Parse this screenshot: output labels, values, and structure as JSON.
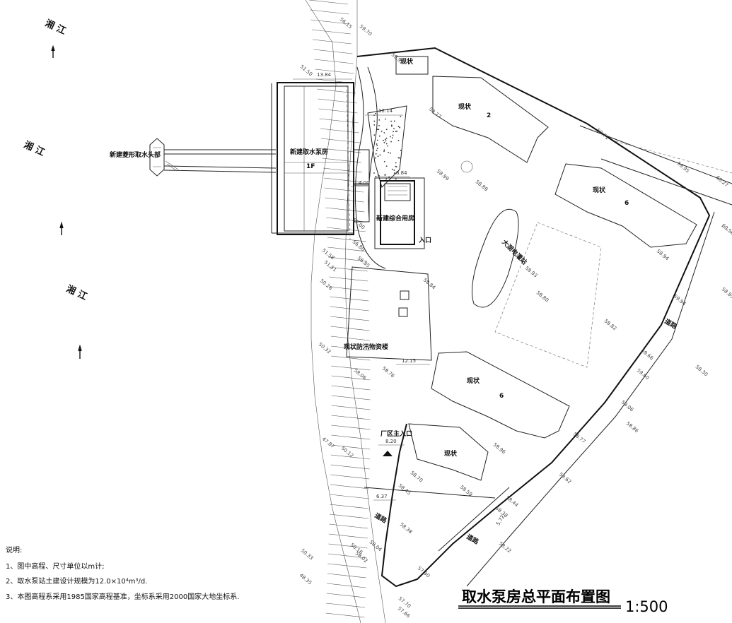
{
  "title": "取水泵房总平面布置图",
  "scale": "1:500",
  "river_labels": [
    "湘 江",
    "湘 江",
    "湘 江"
  ],
  "notes": {
    "heading": "说明:",
    "lines": [
      "1、图中高程、尺寸单位以m计;",
      "2、取水泵站土建设计规模为12.0×10⁴m³/d.",
      "3、本图高程系采用1985国家高程基准，坐标系采用2000国家大地坐标系."
    ]
  },
  "labels": {
    "intake_head": "新建菱形取水头部",
    "pump_house": "新建取水泵房",
    "floor_1f": "1F",
    "power_room": "新建综合用房",
    "entrance": "入口",
    "main_entrance": "厂区主入口",
    "road": "道路",
    "existing": "现状",
    "existing_warehouse": "现状防汛物资楼",
    "water_plant": "大湖电灌站",
    "bldg_2": "2",
    "bldg_6a": "6",
    "bldg_6b": "6"
  },
  "dimensions": {
    "d1": "13.84",
    "d2": "12.14",
    "d3": "12.15",
    "d4": "8.20",
    "d5": "6.37",
    "d6": "5.72",
    "d7": "4.00",
    "d8": "8.84"
  },
  "elevations": [
    "51.50",
    "57.00",
    "56.80",
    "56.85",
    "58.99",
    "58.89",
    "58.93",
    "58.80",
    "58.82",
    "58.84",
    "58.76",
    "58.06",
    "58.96",
    "58.59",
    "58.70",
    "58.45",
    "58.38",
    "58.04",
    "58.02",
    "57.90",
    "57.70",
    "57.66",
    "58.62",
    "58.77",
    "58.86",
    "59.06",
    "59.60",
    "59.66",
    "59.94",
    "58.94",
    "60.27",
    "59.95",
    "59.71",
    "58.30",
    "58.85",
    "60.56",
    "51.58",
    "51.51",
    "50.26",
    "50.32",
    "50.12",
    "47.87",
    "50.16",
    "50.33",
    "48.35",
    "56.15",
    "59.70",
    "58.22",
    "58.38",
    "58.44",
    "59.93",
    "58.77"
  ],
  "colors": {
    "line": "#222222",
    "background": "#ffffff"
  },
  "icons": [
    "north-arrow-icon",
    "tree-symbol-icon",
    "entrance-triangle-icon"
  ]
}
